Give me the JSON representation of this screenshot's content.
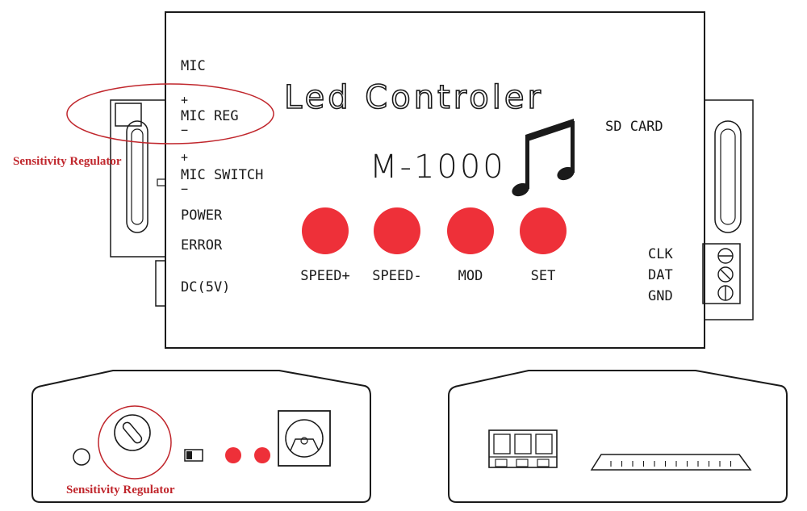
{
  "device": {
    "title": "Led Controler",
    "model": "M-1000",
    "labels": {
      "mic": "MIC",
      "mic_reg_plus": "+",
      "mic_reg": "MIC REG",
      "mic_reg_minus": "−",
      "mic_switch_plus": "+",
      "mic_switch": "MIC SWITCH",
      "mic_switch_minus": "−",
      "power": "POWER",
      "error": "ERROR",
      "dc": "DC(5V)",
      "sd_card": "SD CARD",
      "clk": "CLK",
      "dat": "DAT",
      "gnd": "GND"
    },
    "buttons": [
      {
        "label": "SPEED+",
        "color": "#ee3039"
      },
      {
        "label": "SPEED-",
        "color": "#ee3039"
      },
      {
        "label": "MOD",
        "color": "#ee3039"
      },
      {
        "label": "SET",
        "color": "#ee3039"
      }
    ],
    "icon": "music-note-icon"
  },
  "annotations": {
    "top_callout": "Sensitivity Regulator",
    "bottom_callout": "Sensitivity Regulator",
    "color": "#c0262c"
  },
  "side_views": {
    "left_indicators": [
      "#ee3039",
      "#ee3039"
    ]
  }
}
